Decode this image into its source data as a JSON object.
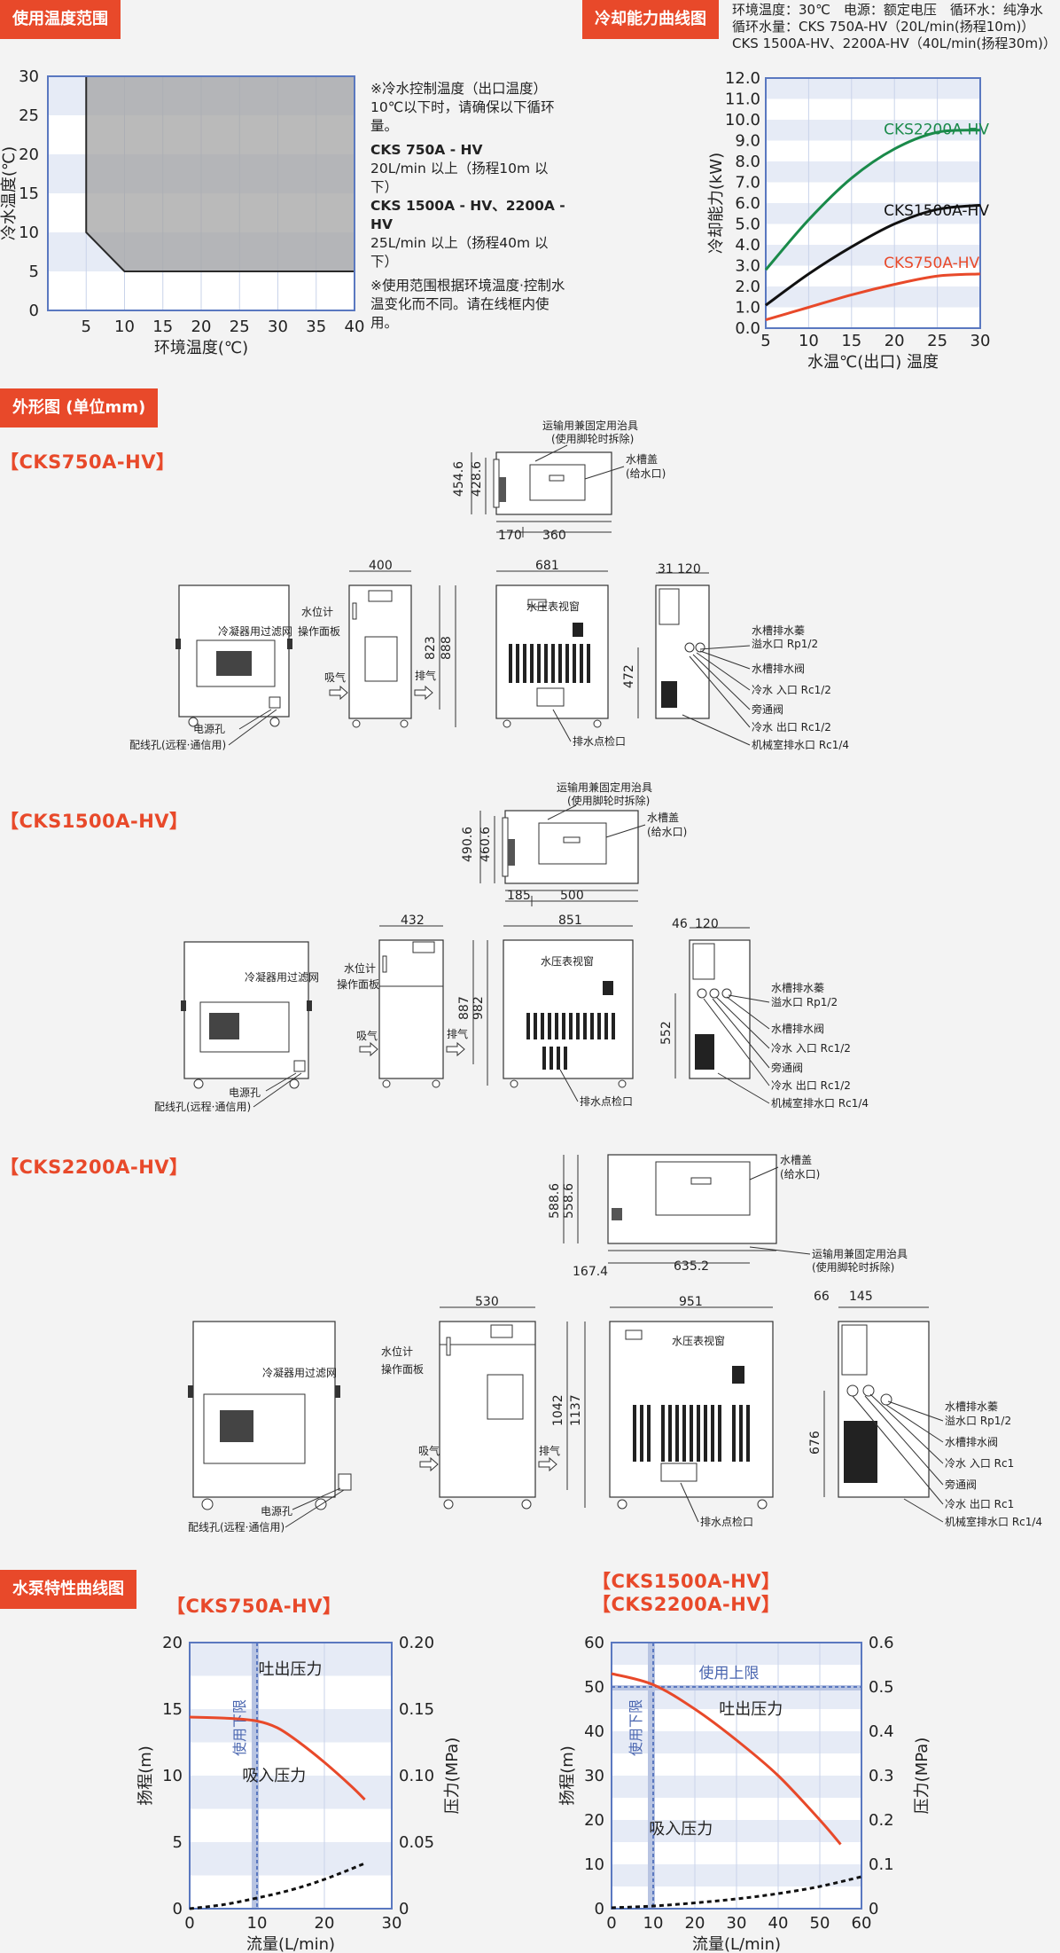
{
  "headers": {
    "temp_range": "使用温度范围",
    "cooling_curve": "冷却能力曲线图",
    "outline": "外形图 (单位mm)",
    "pump_curve": "水泵特性曲线图"
  },
  "cooling_conditions": {
    "line1": "环境温度：30℃　电源：额定电压　循环水：纯净水",
    "line2": "循环水量：CKS 750A-HV（20L/min(扬程10m)）",
    "line3": "CKS 1500A-HV、2200A-HV（40L/min(扬程30m)）"
  },
  "temp_notes": {
    "n1": "※冷水控制温度（出口温度）10℃以下时，请确保以下循环量。",
    "m1": "CKS 750A - HV",
    "f1": "20L/min 以上（扬程10m 以下）",
    "m2": "CKS 1500A - HV、2200A - HV",
    "f2": "25L/min 以上（扬程40m 以下）",
    "n2": "※使用范围根据环境温度·控制水温变化而不同。请在线框内使用。"
  },
  "models": {
    "m750": "【CKS750A-HV】",
    "m1500": "【CKS1500A-HV】",
    "m2200": "【CKS2200A-HV】",
    "pump_b1": "【CKS1500A-HV】",
    "pump_b2": "【CKS2200A-HV】"
  },
  "labels": {
    "transport": "运输用兼固定用治具",
    "transport_note": "(使用脚轮时拆除)",
    "tank_cover": "水槽盖",
    "tank_cover_note": "(给水口)",
    "water_level": "水位计",
    "panel": "操作面板",
    "filter": "冷凝器用过滤网",
    "power": "电源孔",
    "wiring": "配线孔(远程·通信用)",
    "intake": "吸气",
    "exhaust": "排气",
    "gauge_window": "水压表视窗",
    "drain_check": "排水点检口",
    "tank_drain": "水槽排水蓁",
    "overflow_rp": "溢水口 Rp1/2",
    "drain_valve": "水槽排水阀",
    "inlet_rc12": "冷水 入口 Rc1/2",
    "bypass": "旁通阀",
    "outlet_rc12": "冷水 出口 Rc1/2",
    "machine_drain": "机械室排水口 Rc1/4",
    "inlet_rc1": "冷水 入口 Rc1",
    "outlet_rc1": "冷水 出口 Rc1"
  },
  "dims750": {
    "d1": "454.6",
    "d2": "428.6",
    "d3": "170",
    "d4": "360",
    "w": "400",
    "d": "681",
    "h1": "823",
    "h2": "888",
    "s1": "31",
    "s2": "120",
    "s3": "472"
  },
  "dims1500": {
    "d1": "490.6",
    "d2": "460.6",
    "d3": "185",
    "d4": "500",
    "w": "432",
    "d": "851",
    "h1": "887",
    "h2": "982",
    "s1": "46",
    "s2": "120",
    "s3": "552"
  },
  "dims2200": {
    "d1": "588.6",
    "d2": "558.6",
    "d3": "167.4",
    "d4": "635.2",
    "w": "530",
    "d": "951",
    "h1": "1042",
    "h2": "1137",
    "s1": "66",
    "s2": "145",
    "s3": "676"
  },
  "chart_data": [
    {
      "type": "area",
      "title": "使用温度范围",
      "xlabel": "环境温度(℃)",
      "ylabel": "冷水温度(℃)",
      "xlim": [
        0,
        40
      ],
      "ylim": [
        0,
        30
      ],
      "x_ticks": [
        "5",
        "10",
        "15",
        "20",
        "25",
        "30",
        "35",
        "40"
      ],
      "y_ticks": [
        "0",
        "5",
        "10",
        "15",
        "20",
        "25",
        "30"
      ],
      "region": [
        [
          5,
          30
        ],
        [
          40,
          30
        ],
        [
          40,
          5
        ],
        [
          10,
          5
        ],
        [
          5,
          10
        ]
      ],
      "grid": true
    },
    {
      "type": "line",
      "title": "冷却能力曲线图",
      "xlabel": "水温℃(出口) 温度",
      "ylabel": "冷却能力(kW)",
      "xlim": [
        5,
        30
      ],
      "ylim": [
        0,
        12
      ],
      "x_ticks": [
        "5",
        "10",
        "15",
        "20",
        "25",
        "30"
      ],
      "y_ticks": [
        "0.0",
        "1.0",
        "2.0",
        "3.0",
        "4.0",
        "5.0",
        "6.0",
        "7.0",
        "8.0",
        "9.0",
        "10.0",
        "11.0",
        "12.0"
      ],
      "x": [
        5,
        10,
        15,
        20,
        25,
        30
      ],
      "series": [
        {
          "name": "CKS2200A-HV",
          "values": [
            2.8,
            5.2,
            7.2,
            8.6,
            9.4,
            9.5
          ],
          "color": "#1a8a4a"
        },
        {
          "name": "CKS1500A-HV",
          "values": [
            1.1,
            2.6,
            3.9,
            5.0,
            5.7,
            5.9
          ],
          "color": "#111111"
        },
        {
          "name": "CKS750A-HV",
          "values": [
            0.4,
            1.0,
            1.6,
            2.1,
            2.5,
            2.6
          ],
          "color": "#e8492a"
        }
      ]
    },
    {
      "type": "line",
      "title": "【CKS750A-HV】",
      "xlabel": "流量(L/min)",
      "ylabel": "扬程(m)",
      "y2label": "压力(MPa)",
      "xlim": [
        0,
        30
      ],
      "ylim": [
        0,
        20
      ],
      "y2lim": [
        0,
        0.2
      ],
      "x_ticks": [
        "0",
        "10",
        "20",
        "30"
      ],
      "y_ticks": [
        "0",
        "5",
        "10",
        "15",
        "20"
      ],
      "y2_ticks": [
        "0",
        "0.05",
        "0.10",
        "0.15",
        "0.20"
      ],
      "limit_label": "使用下限",
      "limit_x": 10,
      "series": [
        {
          "name": "吐出压力",
          "x": [
            0,
            6,
            10,
            13,
            16,
            20,
            24,
            26
          ],
          "values": [
            14.4,
            14.3,
            14.1,
            13.6,
            12.6,
            11.0,
            9.2,
            8.2
          ],
          "color": "#e8492a"
        },
        {
          "name": "吸入压力",
          "x": [
            0,
            5,
            10,
            15,
            20,
            26
          ],
          "values": [
            0,
            0.3,
            0.8,
            1.4,
            2.2,
            3.4
          ],
          "color": "#111111"
        }
      ]
    },
    {
      "type": "line",
      "title": "【CKS1500A-HV】【CKS2200A-HV】",
      "xlabel": "流量(L/min)",
      "ylabel": "扬程(m)",
      "y2label": "压力(MPa)",
      "xlim": [
        0,
        60
      ],
      "ylim": [
        0,
        60
      ],
      "y2lim": [
        0,
        0.6
      ],
      "x_ticks": [
        "0",
        "10",
        "20",
        "30",
        "40",
        "50",
        "60"
      ],
      "y_ticks": [
        "0",
        "10",
        "20",
        "30",
        "40",
        "50",
        "60"
      ],
      "y2_ticks": [
        "0",
        "0.1",
        "0.2",
        "0.3",
        "0.4",
        "0.5",
        "0.6"
      ],
      "limit_label": "使用下限",
      "limit_x": 10,
      "upper_label": "使用上限",
      "upper_y": 50,
      "series": [
        {
          "name": "吐出压力",
          "x": [
            0,
            10,
            20,
            30,
            40,
            50,
            55
          ],
          "values": [
            53,
            50.5,
            45,
            38,
            30,
            20,
            14.5
          ],
          "color": "#e8492a"
        },
        {
          "name": "吸入压力",
          "x": [
            0,
            10,
            20,
            30,
            40,
            50,
            60
          ],
          "values": [
            0.2,
            0.6,
            1.3,
            2.2,
            3.4,
            5.0,
            7.2
          ],
          "color": "#111111"
        }
      ]
    }
  ]
}
